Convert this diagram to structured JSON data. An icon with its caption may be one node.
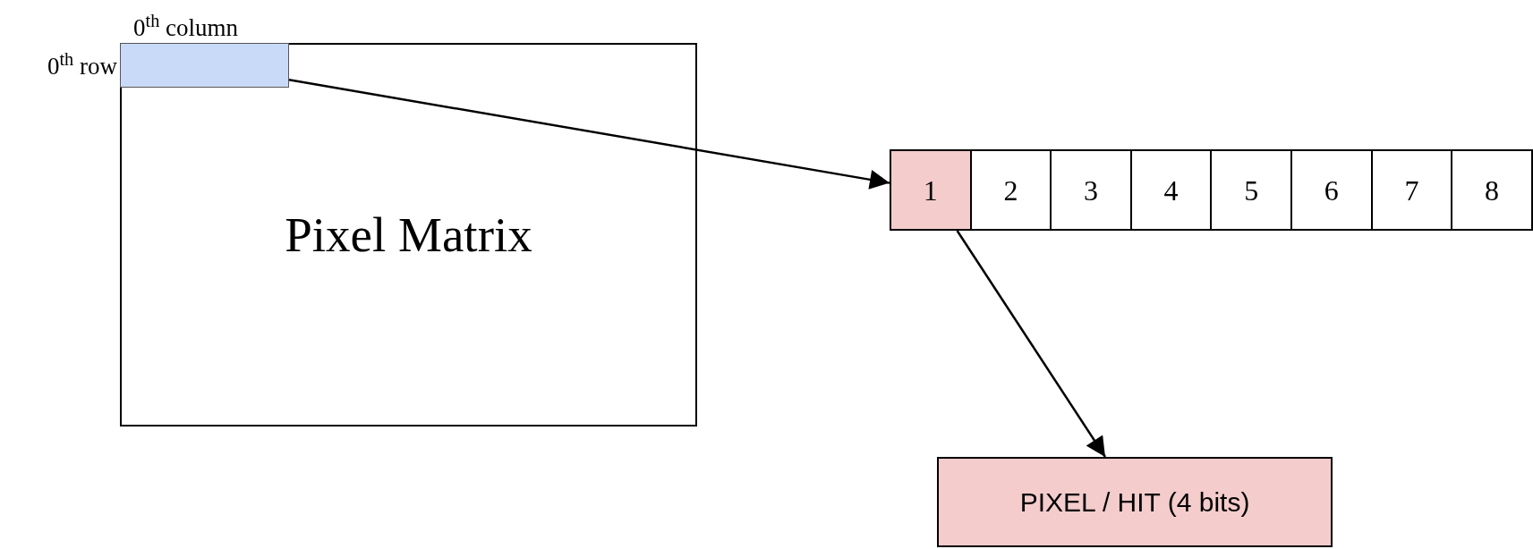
{
  "diagram": {
    "nodes": [
      {
        "text": [
          "Pixel Matrix"
        ]
      },
      {
        "text": [],
        "shape": "box",
        "in": 0,
        "beside": [
          "0$^{th}$ column",
          "0$^{th}$ row"
        ]
      },
      {
        "text": [
          "1"
        ]
      },
      {
        "text": [
          "2"
        ]
      },
      {
        "text": [
          "3"
        ]
      },
      {
        "text": [
          "4"
        ]
      },
      {
        "text": [
          "5"
        ]
      },
      {
        "text": [
          "6"
        ]
      },
      {
        "text": [
          "7"
        ]
      },
      {
        "text": [
          "8"
        ]
      },
      {
        "text": [
          "PIXEL / HIT (4 bits)"
        ]
      }
    ],
    "edges": [
      {
        "from": 1,
        "to": 2,
        "arrow": "to"
      },
      {
        "from": 2,
        "to": 10,
        "arrow": "to"
      }
    ]
  }
}
